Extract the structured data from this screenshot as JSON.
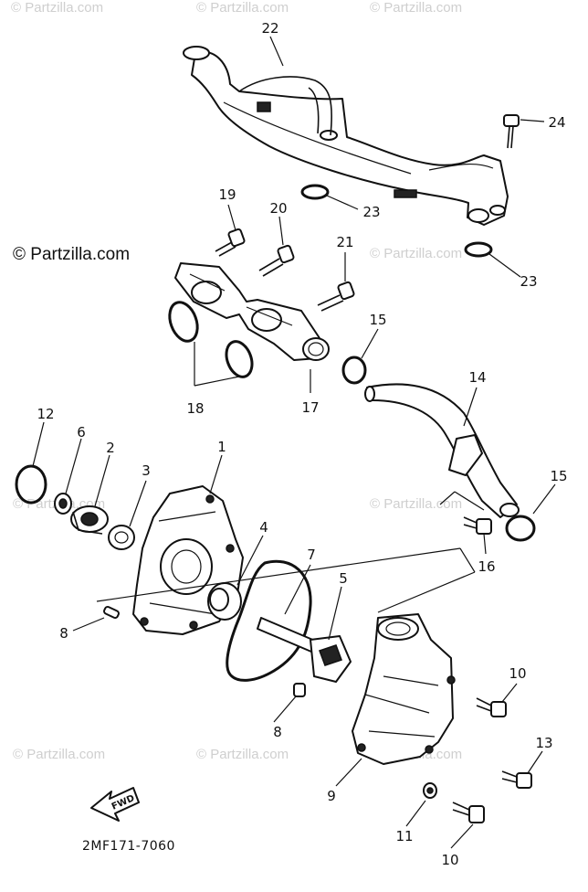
{
  "watermarks": [
    "© Partzilla.com",
    "© Partzilla.com",
    "© Partzilla.com",
    "© Partzilla.com",
    "© Partzilla.com",
    "© Partzilla.com",
    "© Partzilla.com",
    "© Partzilla.com",
    "© Partzilla.com"
  ],
  "brand_label": "© Partzilla.com",
  "drawing_code": "2MF171-7060",
  "fwd_label": "FWD",
  "callouts": [
    "22",
    "24",
    "23",
    "23",
    "19",
    "20",
    "21",
    "15",
    "14",
    "18",
    "17",
    "12",
    "6",
    "2",
    "1",
    "3",
    "4",
    "7",
    "5",
    "15",
    "16",
    "8",
    "10",
    "8",
    "13",
    "9",
    "11",
    "10"
  ]
}
